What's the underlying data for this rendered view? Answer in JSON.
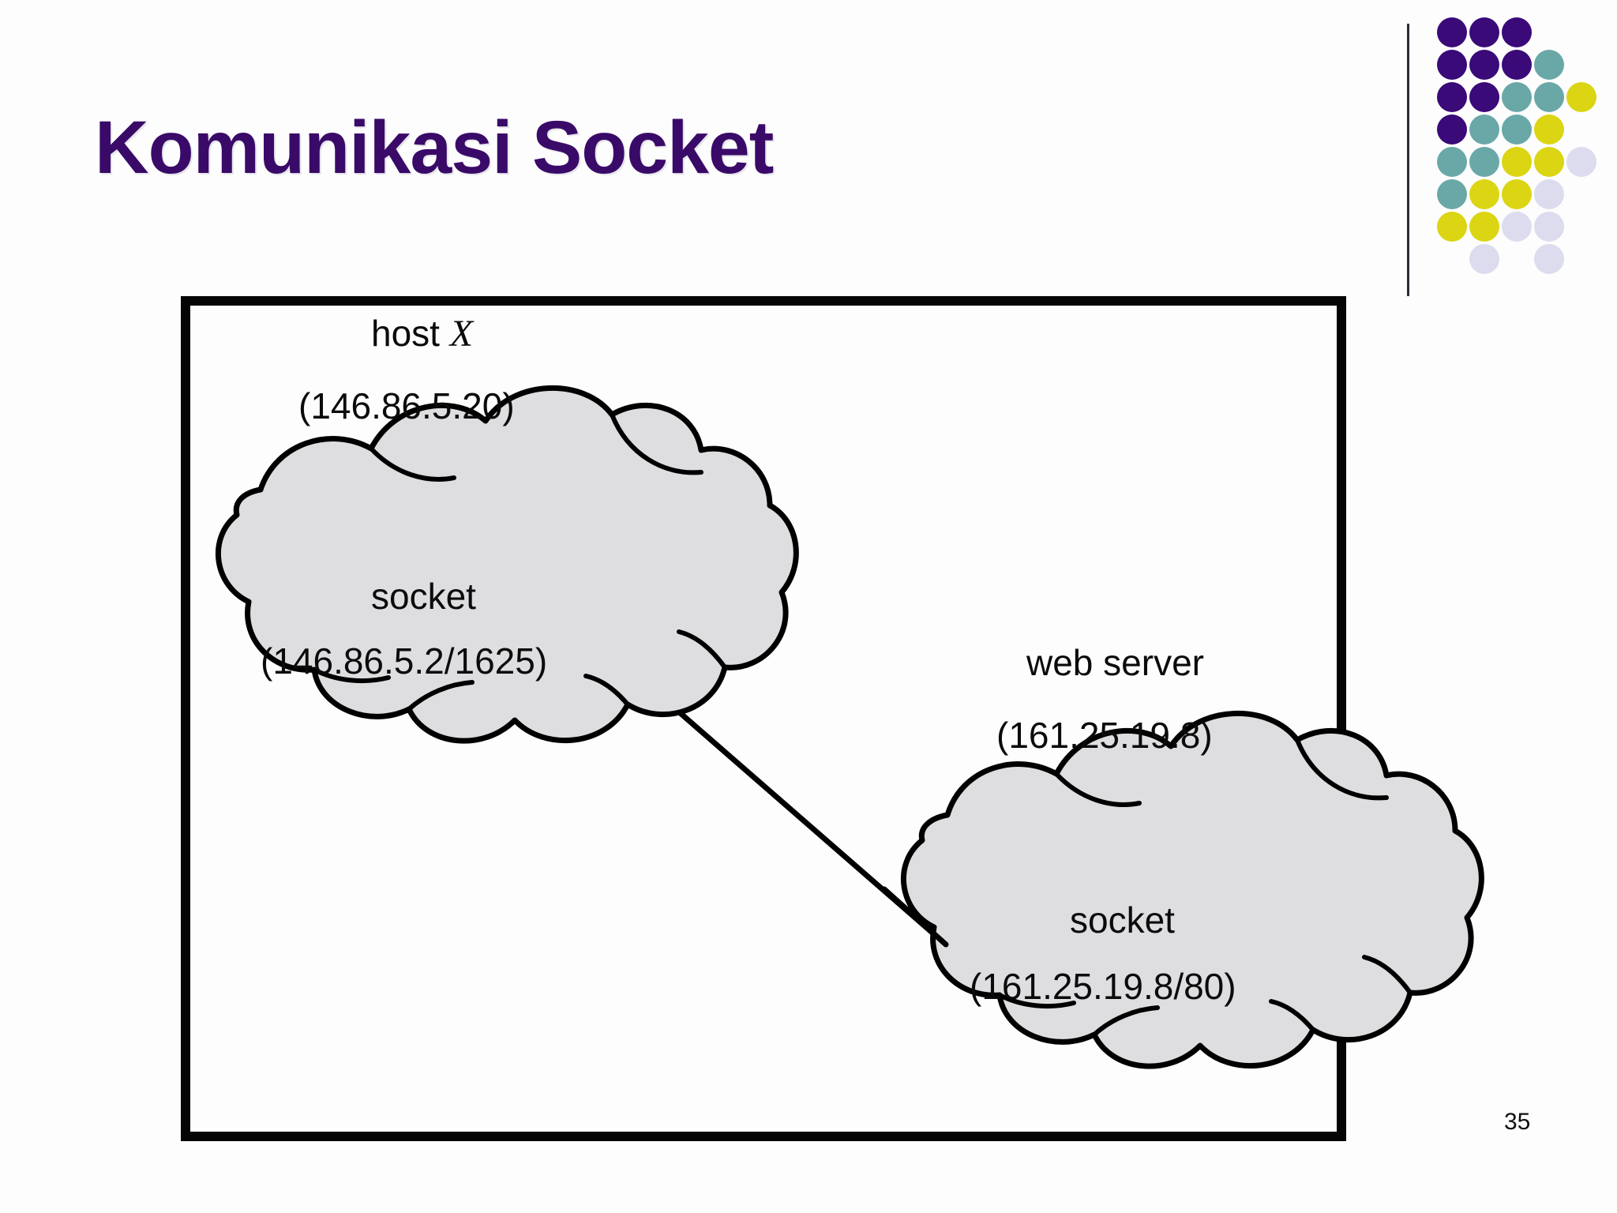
{
  "slide": {
    "title": "Komunikasi Socket",
    "page_number": "35",
    "title_color": "#3a0a68",
    "background_color": "#fdfdfd"
  },
  "logo": {
    "name": "dot-grid-logo",
    "colors": {
      "purple": "#3a0a78",
      "teal": "#6aa8a8",
      "yellow": "#dbd513",
      "lavender": "#dcdcee"
    },
    "grid": [
      [
        "purple",
        "purple",
        "purple",
        null,
        null
      ],
      [
        "purple",
        "purple",
        "purple",
        "teal",
        null
      ],
      [
        "purple",
        "purple",
        "teal",
        "teal",
        "yellow"
      ],
      [
        "purple",
        "teal",
        "teal",
        "yellow",
        null
      ],
      [
        "teal",
        "teal",
        "yellow",
        "yellow",
        "lavender"
      ],
      [
        "teal",
        "yellow",
        "yellow",
        "lavender",
        null
      ],
      [
        "yellow",
        "yellow",
        "lavender",
        "lavender",
        null
      ],
      [
        null,
        "lavender",
        null,
        "lavender",
        null
      ]
    ]
  },
  "diagram": {
    "frame_border_color": "#050505",
    "cloud_fill": "#dedde0",
    "cloud_stroke": "#000000",
    "connection_line_color": "#000000",
    "host": {
      "name": "host",
      "name_italic": "X",
      "ip": "(146.86.5.20)"
    },
    "left_cloud": {
      "title": "socket",
      "address": "(146.86.5.2/1625)"
    },
    "server": {
      "name": "web server",
      "ip": "(161.25.19.8)"
    },
    "right_cloud": {
      "title": "socket",
      "address": "(161.25.19.8/80)"
    }
  }
}
